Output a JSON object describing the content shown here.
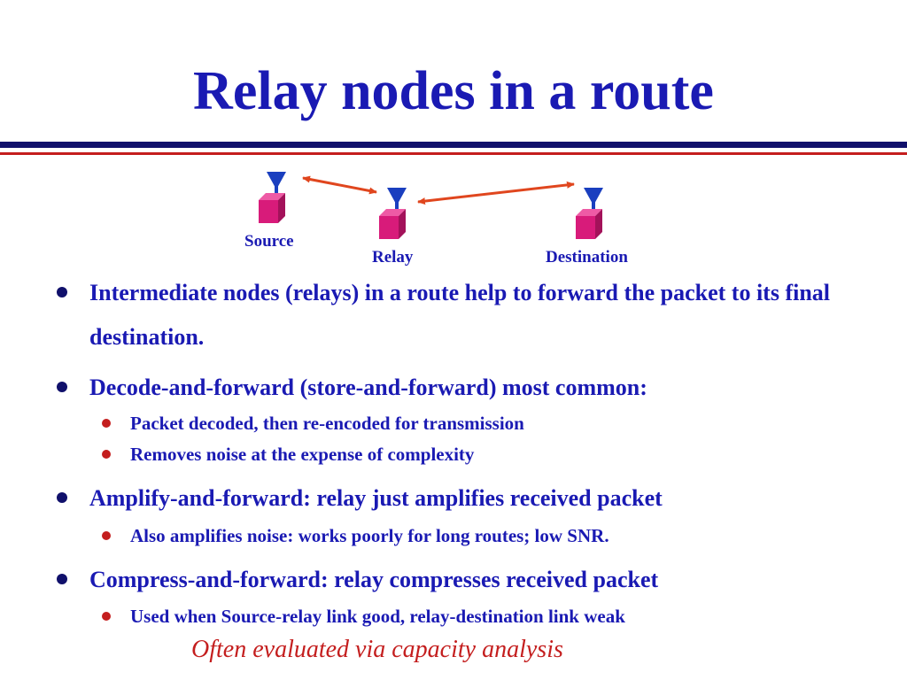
{
  "title": "Relay nodes in a route",
  "diagram": {
    "nodes": [
      {
        "label": "Source"
      },
      {
        "label": "Relay"
      },
      {
        "label": "Destination"
      }
    ],
    "colors": {
      "antenna": "#1a3fbf",
      "box": "#d81b7a",
      "arrow": "#e0461e"
    }
  },
  "bullets": [
    {
      "text": "Intermediate nodes (relays) in a route help to forward the packet to its final destination."
    },
    {
      "text": "Decode-and-forward (store-and-forward) most common:",
      "sub": [
        "Packet decoded, then re-encoded for transmission",
        "Removes noise at the expense of complexity"
      ]
    },
    {
      "text": "Amplify-and-forward:  relay just amplifies received packet",
      "sub": [
        "Also amplifies noise: works poorly for long routes; low SNR."
      ]
    },
    {
      "text": "Compress-and-forward: relay compresses received packet",
      "sub": [
        "Used when Source-relay link good, relay-destination link weak"
      ]
    }
  ],
  "note": "Often evaluated via capacity analysis",
  "colors": {
    "title": "#1a1ab3",
    "bullet_text": "#1a1ab3",
    "accent_red": "#c41e1e",
    "navy_rule": "#10106b"
  }
}
